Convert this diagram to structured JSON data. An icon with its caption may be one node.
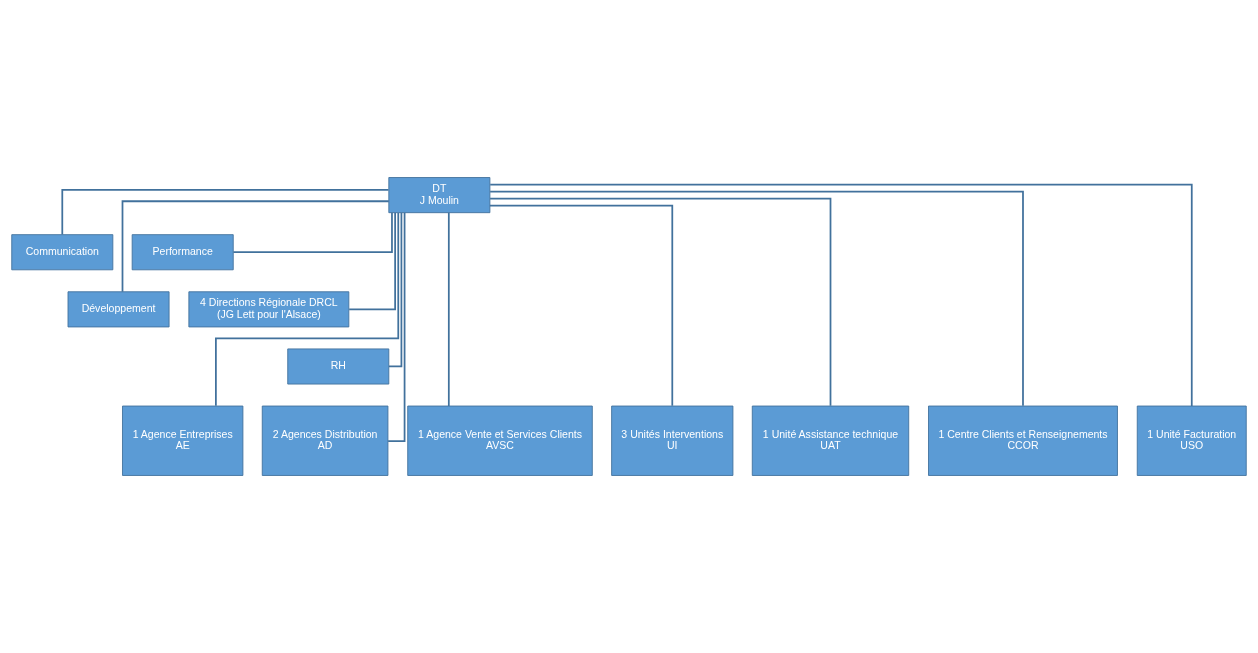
{
  "diagram": {
    "nodes": [
      {
        "text": [
          "DT",
          "J Moulin"
        ]
      },
      {
        "text": [
          "Communication"
        ]
      },
      {
        "text": [
          "Performance"
        ]
      },
      {
        "text": [
          "Développement"
        ]
      },
      {
        "text": [
          "4 Directions Régionale DRCL",
          "(JG Lett pour l'Alsace)"
        ]
      },
      {
        "text": [
          "RH"
        ]
      },
      {
        "text": [
          "1 Agence Entreprises",
          "AE"
        ]
      },
      {
        "text": [
          "2 Agences Distribution",
          "AD"
        ]
      },
      {
        "text": [
          "1 Agence Vente et Services Clients",
          "AVSC"
        ]
      },
      {
        "text": [
          "3 Unités Interventions",
          "UI"
        ]
      },
      {
        "text": [
          "1 Unité Assistance technique",
          "UAT"
        ]
      },
      {
        "text": [
          "1 Centre Clients et Renseignements",
          "CCOR"
        ]
      },
      {
        "text": [
          "1 Unité Facturation",
          "USO"
        ]
      }
    ],
    "edges": [
      {
        "from": 0,
        "to": 1,
        "arrow": "none"
      },
      {
        "from": 0,
        "to": 2,
        "arrow": "none"
      },
      {
        "from": 0,
        "to": 3,
        "arrow": "none"
      },
      {
        "from": 0,
        "to": 4,
        "arrow": "none"
      },
      {
        "from": 0,
        "to": 5,
        "arrow": "none"
      },
      {
        "from": 0,
        "to": 6,
        "arrow": "none"
      },
      {
        "from": 0,
        "to": 7,
        "arrow": "none"
      },
      {
        "from": 0,
        "to": 8,
        "arrow": "none"
      },
      {
        "from": 0,
        "to": 9,
        "arrow": "none"
      },
      {
        "from": 0,
        "to": 10,
        "arrow": "none"
      },
      {
        "from": 0,
        "to": 11,
        "arrow": "none"
      },
      {
        "from": 0,
        "to": 12,
        "arrow": "none"
      }
    ]
  }
}
